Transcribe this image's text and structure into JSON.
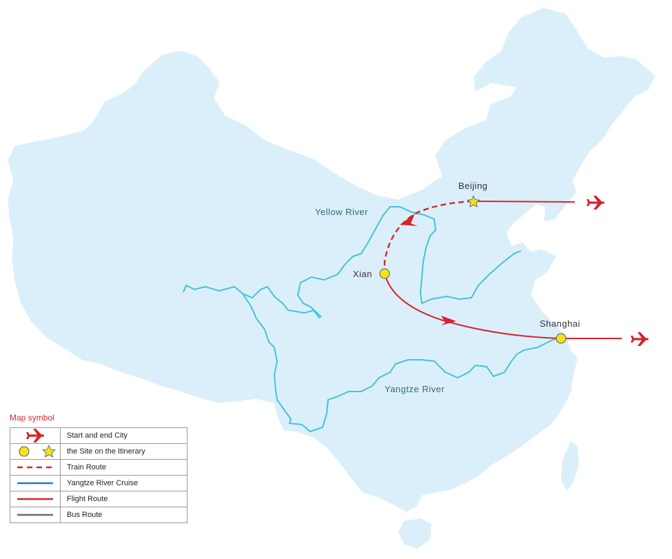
{
  "map": {
    "cities": [
      {
        "name": "Beijing",
        "marker": "star"
      },
      {
        "name": "Xian",
        "marker": "circle"
      },
      {
        "name": "Shanghai",
        "marker": "circle"
      }
    ],
    "rivers": {
      "yellow_river": "Yellow River",
      "yangtze_river": "Yangtze River"
    },
    "colors": {
      "land": "#dbeffa",
      "river": "#42c3dc",
      "route": "#d8232a",
      "site_marker": "#f5e318",
      "bus": "#6b6b6b",
      "cruise": "#1f78c8"
    }
  },
  "legend": {
    "title": "Map symbol",
    "rows": [
      {
        "symbol": "plane-icon",
        "label": "Start and end City"
      },
      {
        "symbol": "circle-and-star-icon",
        "label": "the Site on the Itinerary"
      },
      {
        "symbol": "dashed-red-line",
        "label": "Train Route"
      },
      {
        "symbol": "blue-line",
        "label": "Yangtze River Cruise"
      },
      {
        "symbol": "red-line",
        "label": "Flight Route"
      },
      {
        "symbol": "gray-line",
        "label": "Bus Route"
      }
    ]
  }
}
